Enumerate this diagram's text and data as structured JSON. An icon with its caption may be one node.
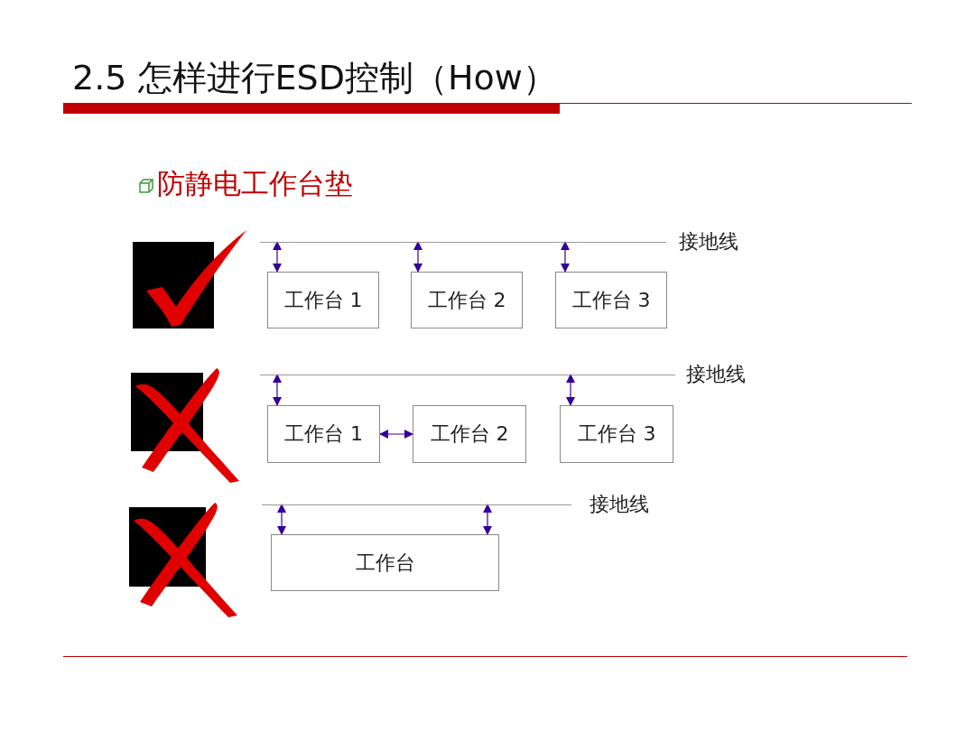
{
  "diagram": {
    "title": "2.5 怎样进行ESD控制（How）",
    "nodes": [
      {
        "text": [
          "接地线"
        ]
      },
      {
        "text": [
          "工作台 1"
        ]
      },
      {
        "text": [
          "工作台 2"
        ]
      },
      {
        "text": [
          "工作台 3"
        ]
      },
      {
        "text": [
          "接地线"
        ]
      },
      {
        "text": [
          "工作台 1"
        ]
      },
      {
        "text": [
          "工作台 2"
        ]
      },
      {
        "text": [
          "工作台 3"
        ]
      },
      {
        "text": [
          "接地线"
        ]
      },
      {
        "text": [
          "工作台"
        ]
      }
    ],
    "edges": [
      {
        "from": 0,
        "to": 1,
        "arrow": "both"
      },
      {
        "from": 0,
        "to": 2,
        "arrow": "both"
      },
      {
        "from": 0,
        "to": 3,
        "arrow": "both"
      },
      {
        "from": 4,
        "to": 5,
        "arrow": "both"
      },
      {
        "from": 5,
        "to": 6,
        "arrow": "both"
      },
      {
        "from": 4,
        "to": 7,
        "arrow": "both"
      },
      {
        "from": 8,
        "to": 9,
        "arrow": "both"
      },
      {
        "from": 8,
        "to": 9,
        "arrow": "both"
      }
    ],
    "labels": [
      "防静电工作台垫"
    ]
  }
}
